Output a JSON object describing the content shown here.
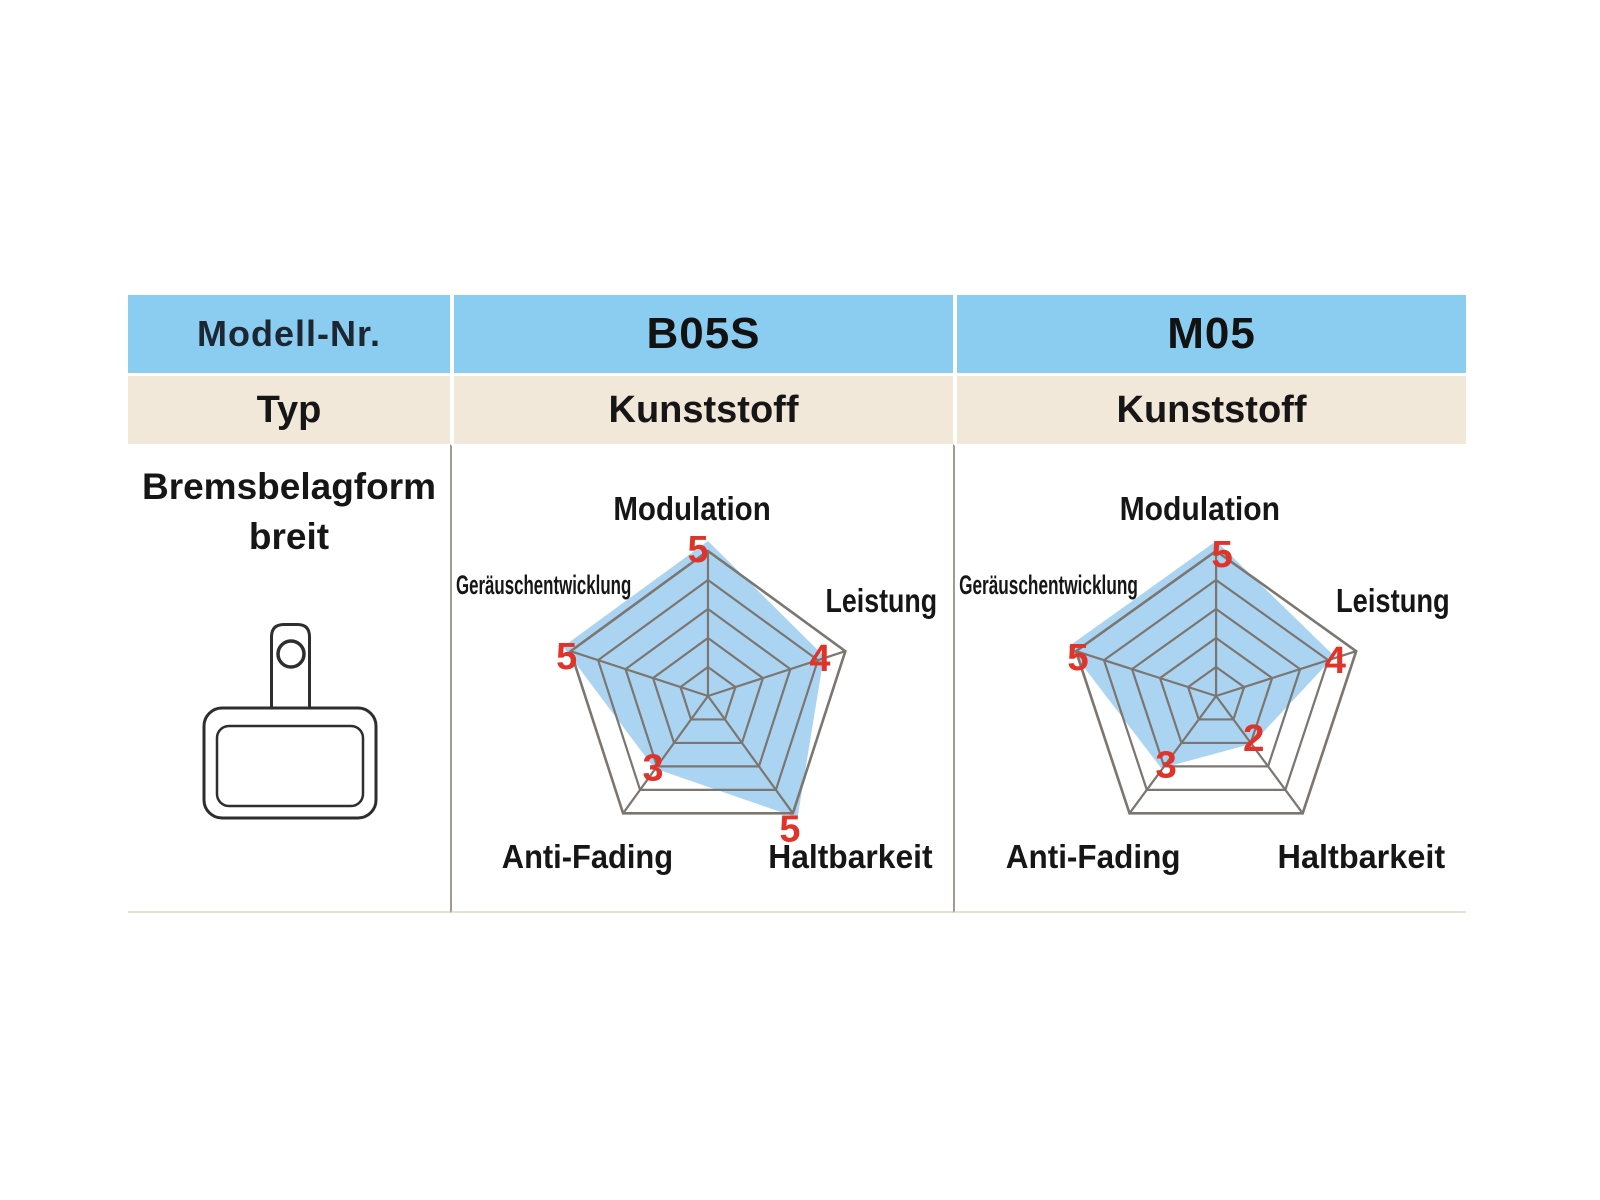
{
  "table": {
    "header": {
      "col1": "Modell-Nr.",
      "col2": "B05S",
      "col3": "M05"
    },
    "type_row": {
      "col1": "Typ",
      "col2": "Kunststoff",
      "col3": "Kunststoff"
    },
    "shape_row": {
      "label_line1": "Bremsbelagform",
      "label_line2": "breit",
      "icon": "brake-pad-outline-icon"
    }
  },
  "colors": {
    "header_bg": "#8bcdf0",
    "type_row_bg": "#f2e8da",
    "radar_fill": "#aad4f2",
    "radar_grid": "#7c7670",
    "value_red": "#e0342b",
    "text": "#161616",
    "column_divider": "#a39a91"
  },
  "chart_data": [
    {
      "type": "radar",
      "model": "B05S",
      "axes": [
        "Modulation",
        "Leistung",
        "Haltbarkeit",
        "Anti-Fading",
        "Geräuschentwicklung"
      ],
      "values": [
        5,
        4,
        5,
        3,
        5
      ],
      "scale_max": 5,
      "rings": 5,
      "grid": "pentagon",
      "legend": "none"
    },
    {
      "type": "radar",
      "model": "M05",
      "axes": [
        "Modulation",
        "Leistung",
        "Haltbarkeit",
        "Anti-Fading",
        "Geräuschentwicklung"
      ],
      "values": [
        5,
        4,
        2,
        3,
        5
      ],
      "scale_max": 5,
      "rings": 5,
      "grid": "pentagon",
      "legend": "none"
    }
  ]
}
